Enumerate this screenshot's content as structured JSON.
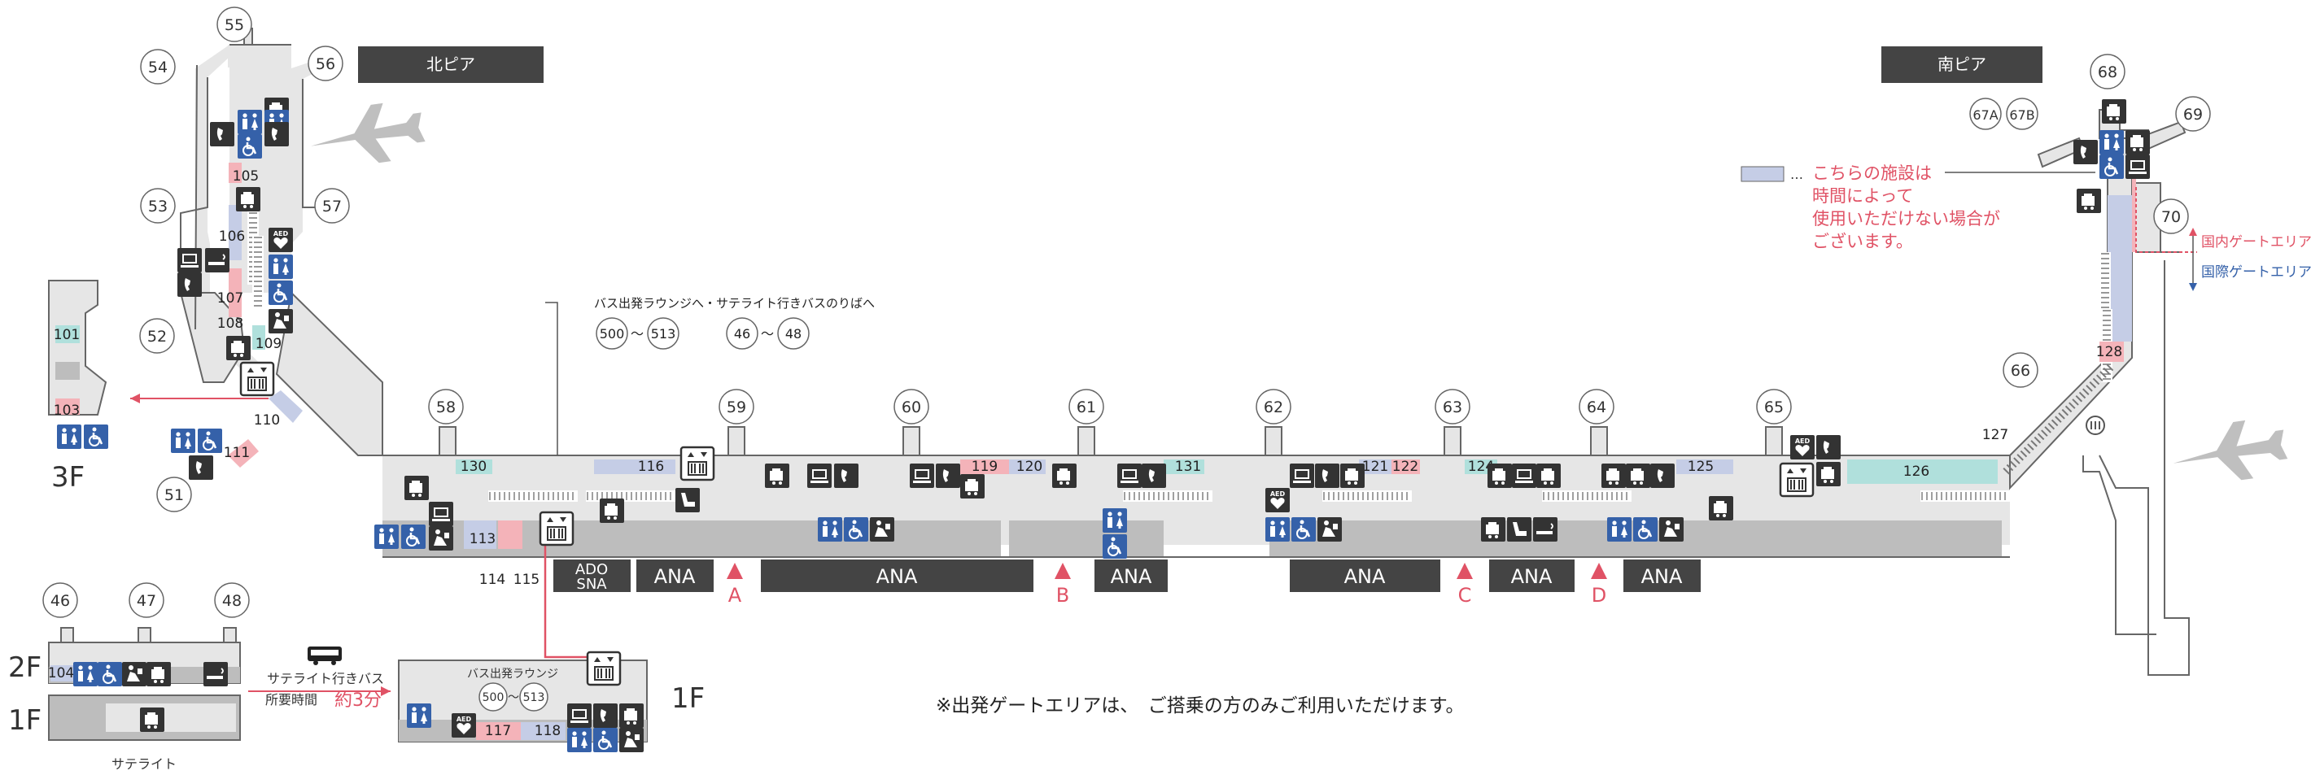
{
  "colors": {
    "floor": "#e6e6e6",
    "wall": "#666666",
    "dark_bar": "#444444",
    "icon_blue": "#3561a9",
    "icon_dark": "#333333",
    "pink": "#f4b3b9",
    "pink_text": "#e05265",
    "lilac": "#c5cde6",
    "teal": "#b0e0dc",
    "grey_plane": "#bfbfbf"
  },
  "piers": {
    "north": "北ピア",
    "south": "南ピア"
  },
  "gates": [
    "46",
    "47",
    "48",
    "51",
    "52",
    "53",
    "54",
    "55",
    "56",
    "57",
    "58",
    "59",
    "60",
    "61",
    "62",
    "63",
    "64",
    "65",
    "66",
    "67A",
    "67B",
    "68",
    "69",
    "70"
  ],
  "bus_info": {
    "to_lounge": "バス出発ラウンジへ・サテライト行きバスのりばへ",
    "range_start": "500",
    "range_tilde": "〜",
    "range_end": "513",
    "gate_a": "46",
    "gate_b": "48"
  },
  "rooms": [
    "101",
    "103",
    "104",
    "105",
    "106",
    "107",
    "108",
    "109",
    "110",
    "111",
    "113",
    "114",
    "115",
    "116",
    "117",
    "118",
    "119",
    "120",
    "121",
    "122",
    "124",
    "125",
    "126",
    "127",
    "128",
    "130",
    "131"
  ],
  "letters": [
    "A",
    "B",
    "C",
    "D"
  ],
  "airline": {
    "ana": "ANA",
    "ado_sna_1": "ADO",
    "ado_sna_2": "SNA"
  },
  "floors": {
    "f3": "3F",
    "f2": "2F",
    "f1": "1F",
    "lounge_1f": "1F",
    "satellite": "サテライト",
    "lounge_name": "バス出発ラウンジ",
    "satellite_bus": "サテライト行きバス",
    "required_time_label": "所要時間",
    "required_time": "約3分"
  },
  "legend": {
    "dots": "…",
    "line1": "こちらの施設は",
    "line2": "時間によって",
    "line3": "使用いただけない場合が",
    "line4": "ございます。"
  },
  "area_labels": {
    "domestic": "国内ゲートエリア",
    "international": "国際ゲートエリア"
  },
  "icons": [
    "phone-icon",
    "toilet-icon",
    "accessible-toilet-icon",
    "baby-care-icon",
    "aed-icon",
    "elevator-icon",
    "escalator-icon",
    "shop-icon",
    "cafe-icon",
    "computer-icon",
    "smoking-room-icon",
    "lounge-icon",
    "bus-icon",
    "airplane-icon",
    "trash-icon"
  ],
  "footer_note": "※出発ゲートエリアは、　ご搭乗の方のみご利用いただけます。"
}
